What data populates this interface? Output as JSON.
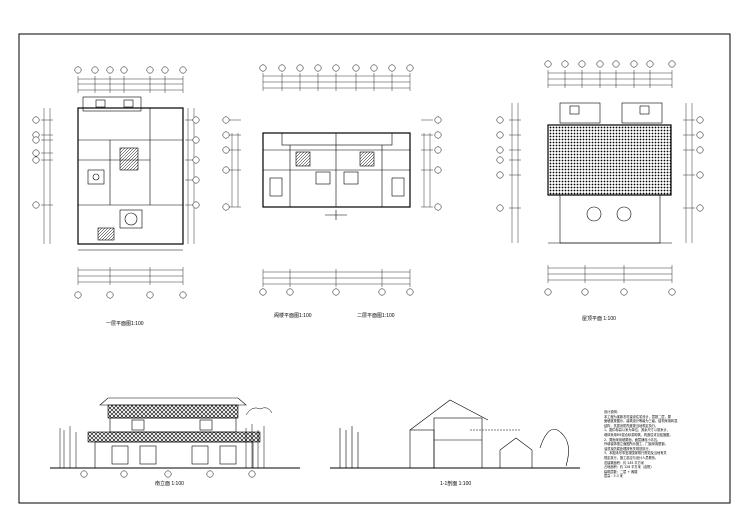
{
  "drawing": {
    "titles": {
      "plan_first": "一层平面图1:100",
      "plan_attic": "阁楼平面图1:100",
      "plan_second": "二层平面图1:100",
      "plan_roof": "屋顶平面 1:100",
      "elev_south": "南立面 1:100",
      "section_1_1": "1-1剖面 1:100"
    },
    "notes_lines": [
      "设计说明：",
      "本工程为某新农村建设住宅设计，层数二层，屋",
      "面坡度按图示，建筑设计等级为三级。结构采用砖混",
      "结构，抗震设防烈度按当地规定执行。",
      "1、图中标高以米为单位，其余尺寸以毫米计，",
      "墙体采用M5混合砂浆砌筑，构造柱详见结施图。",
      "2、屋面采用坡屋面，面层铺设小青瓦，",
      "外墙装饰按立面图所示施工，门窗采用塑钢，",
      "油漆及防腐处理按有关规范执行。",
      "3、本图未尽事宜按国家现行规范及当地有关",
      "规定执行，施工前应与设计人员联系。",
      "总建筑面积：约 245 平方米",
      "占地面积：约 128 平方米（含院）",
      "建筑层数：二层 + 阁楼",
      "层高：3.3 米"
    ]
  }
}
